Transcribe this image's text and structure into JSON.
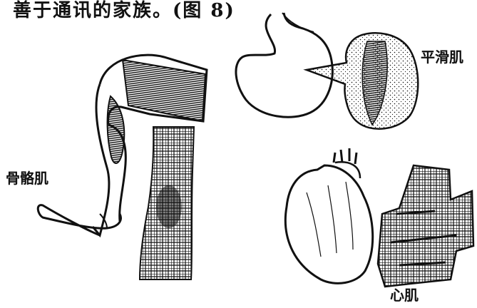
{
  "caption": "善于通讯的家族。(图 8)",
  "labels": {
    "smooth_muscle": "平滑肌",
    "skeletal_muscle": "骨骼肌",
    "cardiac_muscle": "心肌"
  },
  "colors": {
    "ink": "#111111",
    "paper": "#ffffff"
  }
}
